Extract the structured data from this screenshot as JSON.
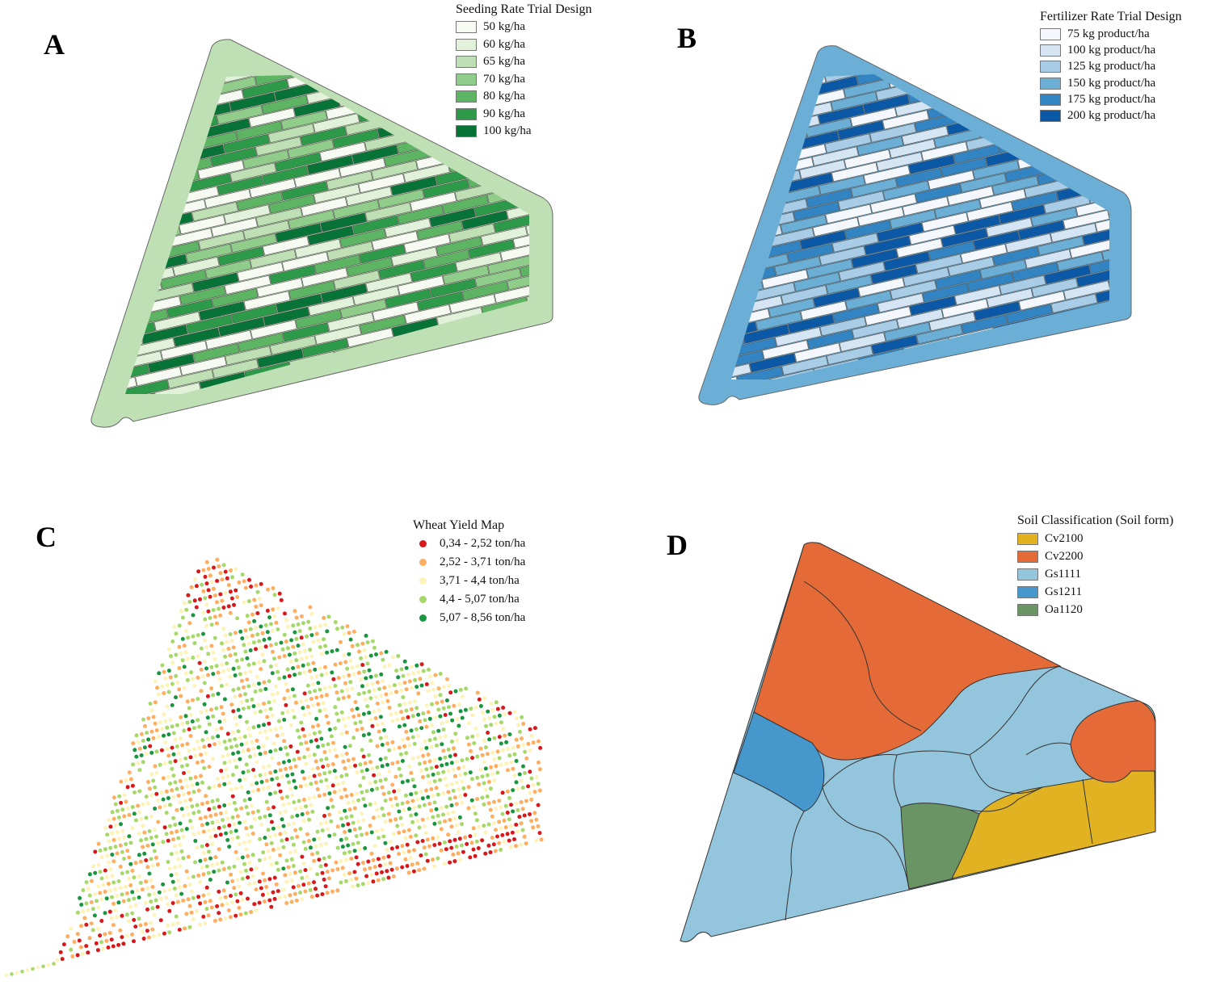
{
  "panels": [
    {
      "label": "A",
      "legend_title": "Seeding Rate Trial Design",
      "field_color": "#bfe0b4",
      "items": [
        {
          "label": "50 kg/ha",
          "color": "#f6faf3"
        },
        {
          "label": "60 kg/ha",
          "color": "#e1f1da"
        },
        {
          "label": "65 kg/ha",
          "color": "#bfe0b4"
        },
        {
          "label": "70 kg/ha",
          "color": "#90cc8a"
        },
        {
          "label": "80 kg/ha",
          "color": "#5db463"
        },
        {
          "label": "90 kg/ha",
          "color": "#2d9a49"
        },
        {
          "label": "100 kg/ha",
          "color": "#087337"
        }
      ]
    },
    {
      "label": "B",
      "legend_title": "Fertilizer Rate Trial Design",
      "field_color": "#6baed6",
      "items": [
        {
          "label": "75 kg product/ha",
          "color": "#f4f7fb"
        },
        {
          "label": "100 kg product/ha",
          "color": "#d6e5f3"
        },
        {
          "label": "125 kg product/ha",
          "color": "#a9cde6"
        },
        {
          "label": "150 kg product/ha",
          "color": "#6baed6"
        },
        {
          "label": "175 kg product/ha",
          "color": "#3285c2"
        },
        {
          "label": "200 kg product/ha",
          "color": "#0b58a6"
        }
      ]
    },
    {
      "label": "C",
      "legend_title": "Wheat Yield Map",
      "items": [
        {
          "label": "0,34 - 2,52 ton/ha",
          "color": "#d7191c"
        },
        {
          "label": "2,52 - 3,71 ton/ha",
          "color": "#fdae61"
        },
        {
          "label": "3,71 - 4,4 ton/ha",
          "color": "#fdf3b8"
        },
        {
          "label": "4,4 - 5,07 ton/ha",
          "color": "#a6d96a"
        },
        {
          "label": "5,07 - 8,56 ton/ha",
          "color": "#1a9641"
        }
      ]
    },
    {
      "label": "D",
      "legend_title": "Soil Classification (Soil form)",
      "items": [
        {
          "label": "Cv2100",
          "color": "#e1b323"
        },
        {
          "label": "Cv2200",
          "color": "#e46a37"
        },
        {
          "label": "Gs1111",
          "color": "#93c5dd"
        },
        {
          "label": "Gs1211",
          "color": "#4697cb"
        },
        {
          "label": "Oa1120",
          "color": "#6a9463"
        }
      ]
    }
  ]
}
